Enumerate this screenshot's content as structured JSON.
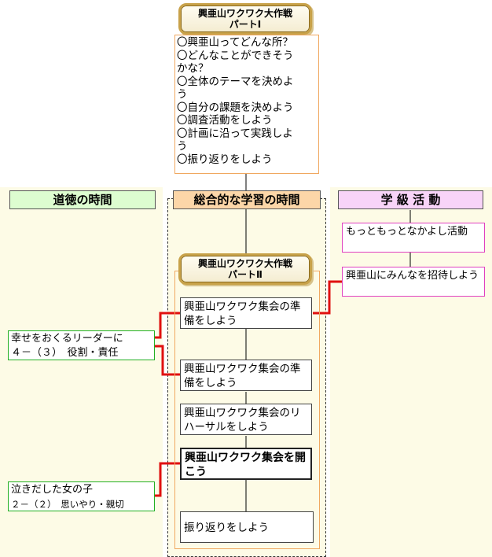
{
  "top_scroll": {
    "line1": "興亜山ワクワク大作戦",
    "line2": "パートⅠ"
  },
  "plan_items": [
    "〇興亜山ってどんな所？",
    "〇どんなことができそう",
    "かな？",
    "〇全体のテーマを決めよ",
    "う",
    "〇自分の課題を決めよう",
    "〇調査活動をしよう",
    "〇計画に沿って実践しよ",
    "う",
    "〇振り返りをしよう"
  ],
  "columns": {
    "moral": "道徳の時間",
    "integrated": "総合的な学習の時間",
    "class": "学 級 活 動"
  },
  "mid_scroll": {
    "line1": "興亜山ワクワク大作戦",
    "line2": "パートⅡ"
  },
  "center_nodes": [
    {
      "text": "興亜山ワクワク集会の準備をしよう"
    },
    {
      "text": "興亜山ワクワク集会の準備をしよう"
    },
    {
      "text": "興亜山ワクワク集会のリハーサルをしよう"
    },
    {
      "text": "興亜山ワクワク集会を開こう"
    },
    {
      "text": "振り返りをしよう"
    }
  ],
  "moral_nodes": [
    {
      "line1": "幸せをおくるリーダーに",
      "line2": "４－（３）　役割・責任"
    },
    {
      "line1": "泣きだした女の子",
      "line2": "２－（２）　思いやり・親切"
    }
  ],
  "class_nodes": [
    {
      "text": "もっともっとなかよし活動"
    },
    {
      "text": "興亜山にみんなを招待しよう"
    }
  ],
  "colors": {
    "moral_header": "#ddfdd0",
    "integrated_header": "#fcd6a8",
    "class_header": "#f8d4f8",
    "link_red": "#e01010",
    "column_bg": "#fdfbe6"
  }
}
